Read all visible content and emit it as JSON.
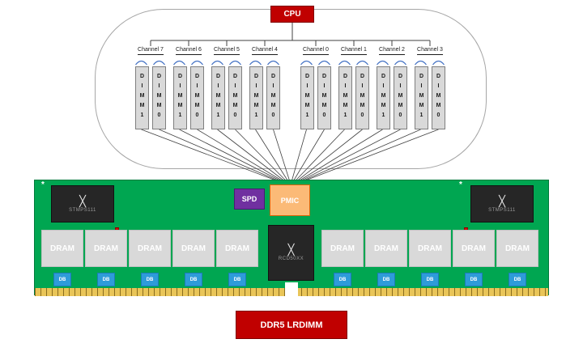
{
  "cpu": {
    "label": "CPU"
  },
  "channels": [
    {
      "label": "Channel 7",
      "dimms": [
        "DIMM1",
        "DIMM0"
      ]
    },
    {
      "label": "Channel 6",
      "dimms": [
        "DIMM1",
        "DIMM0"
      ]
    },
    {
      "label": "Channel 5",
      "dimms": [
        "DIMM1",
        "DIMM0"
      ]
    },
    {
      "label": "Channel 4",
      "dimms": [
        "DIMM1",
        "DIMM0"
      ]
    },
    {
      "label": "Channel 0",
      "dimms": [
        "DIMM1",
        "DIMM0"
      ]
    },
    {
      "label": "Channel 1",
      "dimms": [
        "DIMM1",
        "DIMM0"
      ]
    },
    {
      "label": "Channel 2",
      "dimms": [
        "DIMM1",
        "DIMM0"
      ]
    },
    {
      "label": "Channel 3",
      "dimms": [
        "DIMM1",
        "DIMM0"
      ]
    }
  ],
  "module": {
    "power_chip_label": "STMPS111",
    "spd_label": "SPD",
    "pmic_label": "PMIC",
    "rcd_label": "RCD50XX",
    "dram_label": "DRAM",
    "db_label": "DB",
    "logo_glyph": "╳",
    "silkscreen_mark": "*"
  },
  "footer": {
    "label": "DDR5 LRDIMM"
  },
  "colors": {
    "pcb_green": "#00A651",
    "accent_red": "#C00000",
    "spd_purple": "#7030A0",
    "pmic_orange": "#FBBA77",
    "db_blue": "#2E9BDA",
    "gold": "#E9C558",
    "bracket_blue": "#4472C4"
  }
}
